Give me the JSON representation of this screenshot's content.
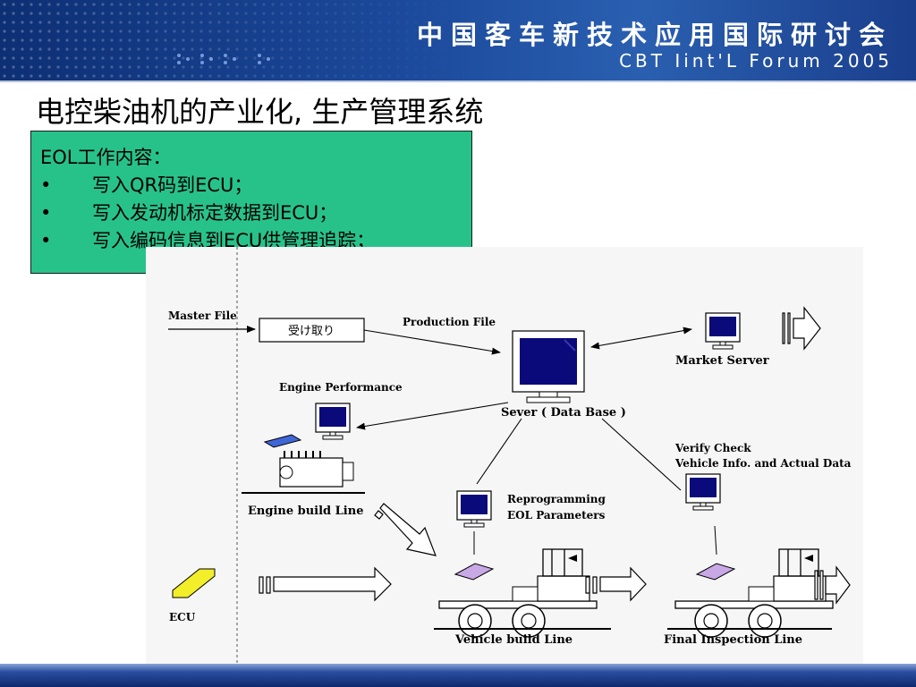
{
  "banner": {
    "title": "中国客车新技术应用国际研讨会",
    "subtitle": "CBT Iint'L Forum 2005"
  },
  "slide_title": "电控柴油机的产业化, 生产管理系统",
  "eol_box": {
    "heading": "EOL工作内容：",
    "bullet_symbol": "•",
    "items": [
      "写入QR码到ECU；",
      "写入发动机标定数据到ECU；",
      "写入编码信息到ECU供管理追踪；"
    ]
  },
  "diagram": {
    "master_file": "Master File",
    "receive_box": "受け取り",
    "production_file": "Production File",
    "server": "Sever ( Data Base )",
    "market_server": "Market Server",
    "engine_performance": "Engine Performance",
    "engine_build_line": "Engine build Line",
    "verify_line1": "Verify Check",
    "verify_line2": "Vehicle Info. and Actual Data",
    "reprogramming_line1": "Reprogramming",
    "reprogramming_line2": "EOL Parameters",
    "ecu": "ECU",
    "vehicle_build_line": "Vehicle build Line",
    "final_inspection_line": "Final Inspection Line"
  },
  "colors": {
    "banner_blue": "#1c4a9c",
    "eol_box_green": "#27c28a",
    "ecu_yellow": "#f2ee2a",
    "module_purple": "#c9a8e6",
    "module_blue": "#3f66d6",
    "screen_blue": "#0a0a7a"
  }
}
